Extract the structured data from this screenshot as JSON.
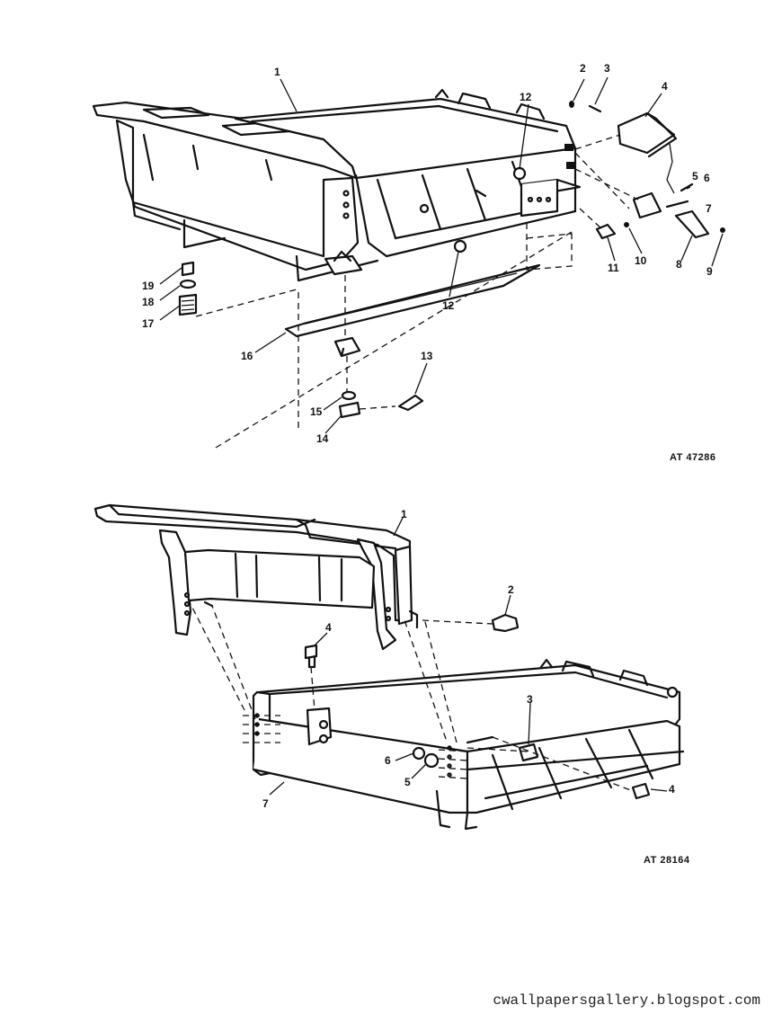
{
  "figure_top": {
    "id_label": "AT 47286",
    "callouts": [
      "1",
      "2",
      "3",
      "4",
      "5",
      "6",
      "7",
      "8",
      "9",
      "10",
      "11",
      "12",
      "12",
      "13",
      "14",
      "15",
      "16",
      "17",
      "18",
      "19"
    ]
  },
  "figure_bottom": {
    "id_label": "AT 28164",
    "callouts": [
      "1",
      "2",
      "3",
      "4",
      "4",
      "5",
      "6",
      "7"
    ]
  },
  "watermark": "cwallpapersgallery.blogspot.com"
}
